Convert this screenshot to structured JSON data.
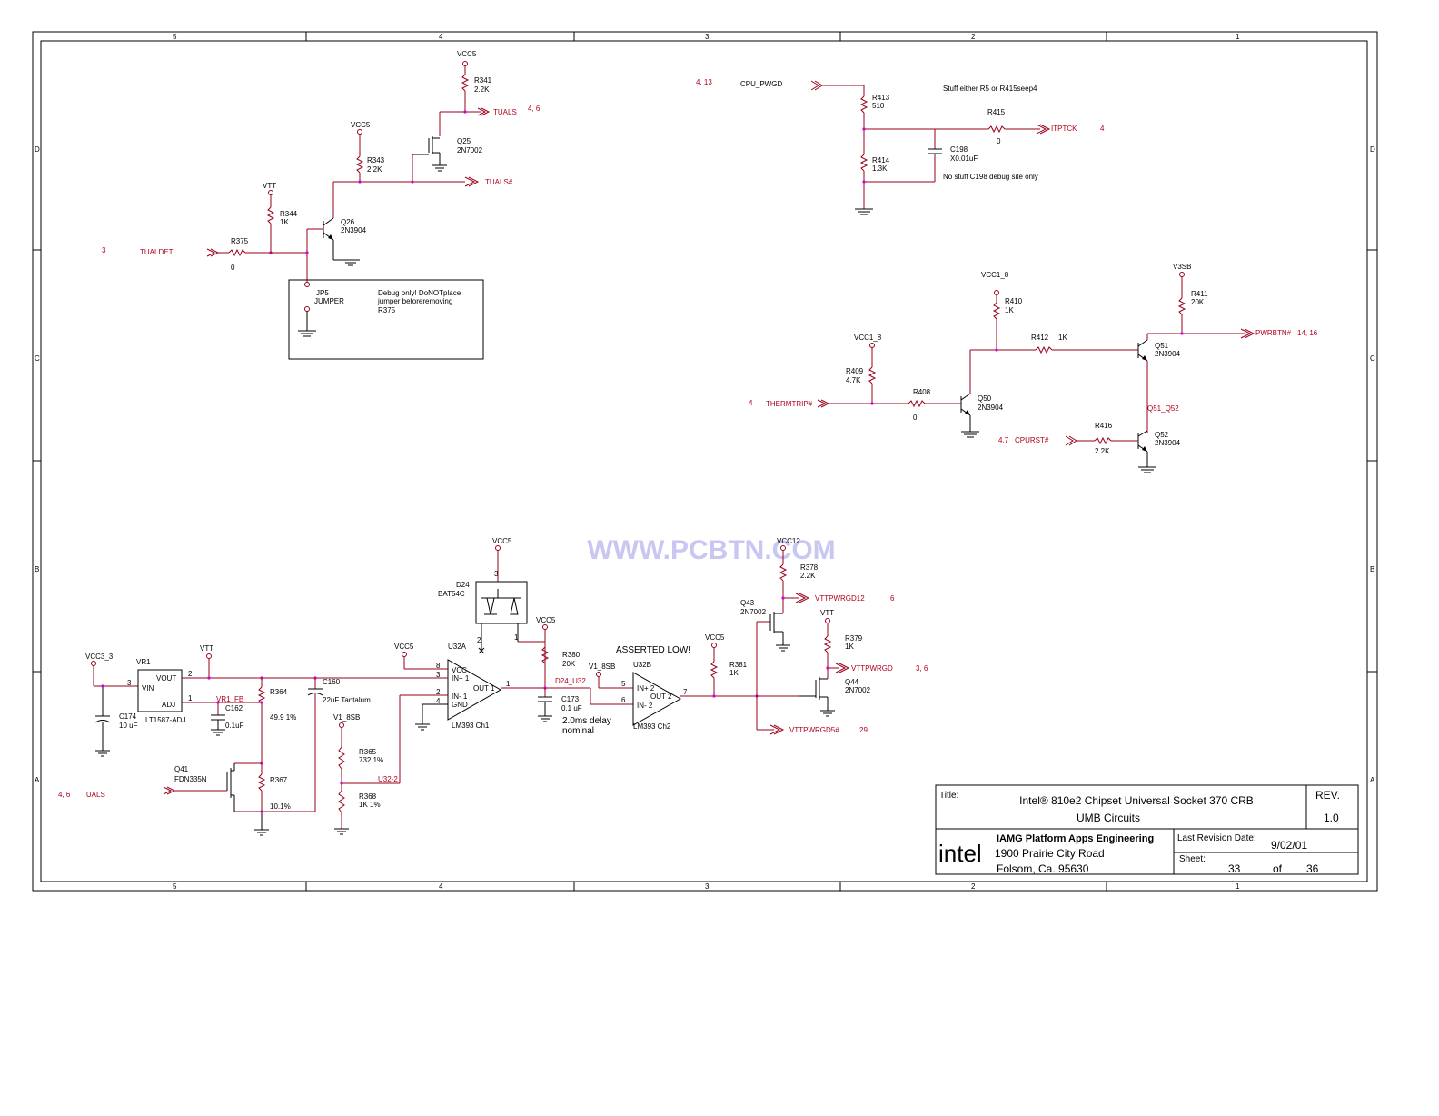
{
  "watermark": "WWW.PCBTN.COM",
  "zones": {
    "columns": [
      "5",
      "4",
      "3",
      "2",
      "1"
    ],
    "rows": [
      "D",
      "C",
      "B",
      "A"
    ]
  },
  "title_block": {
    "title_label": "Title:",
    "title_line1": "Intel® 810e2 Chipset Universal Socket 370 CRB",
    "title_line2": "UMB Circuits",
    "rev_label": "REV.",
    "rev_value": "1.0",
    "logo": "intel",
    "company": "IAMG Platform Apps Engineering",
    "address1": "1900 Prairie City Road",
    "address2": "Folsom, Ca. 95630",
    "last_rev_label": "Last Revision Date:",
    "last_rev_value": "9/02/01",
    "sheet_label": "Sheet:",
    "sheet_num": "33",
    "of_label": "of",
    "sheet_total": "36"
  },
  "labels": {
    "vcc5_a": "VCC5",
    "r341": "R341",
    "r341v": "2.2K",
    "tuals_a": "TUALS",
    "tuals_a_ref": "4, 6",
    "q25": "Q25",
    "q25v": "2N7002",
    "vcc5_b": "VCC5",
    "r343": "R343",
    "r343v": "2.2K",
    "tualsn": "TUALS#",
    "vtt_a": "VTT",
    "r344": "R344",
    "r344v": "1K",
    "q26": "Q26",
    "q26v": "2N3904",
    "tualdet_ref": "3",
    "tualdet": "TUALDET",
    "r375": "R375",
    "r375v": "0",
    "jp5": "JP5",
    "jp5v": "JUMPER",
    "debug1": "Debug only! DoNOTplace",
    "debug2": "jumper beforeremoving",
    "debug3": "R375",
    "cpu_ref": "4, 13",
    "cpu_pwgd": "CPU_PWGD",
    "r413": "R413",
    "r413v": "510",
    "stuff_note": "Stuff either R5 or R415seep4",
    "r415": "R415",
    "r415v": "0",
    "itptck": "ITPTCK",
    "itptck_ref": "4",
    "c198": "C198",
    "c198v": "X0.01uF",
    "r414": "R414",
    "r414v": "1.3K",
    "nostuff": "No stuff C198 debug site only",
    "vcc18_a": "VCC1_8",
    "r410": "R410",
    "r410v": "1K",
    "v3sb": "V3SB",
    "r411": "R411",
    "r411v": "20K",
    "pwrbtn": "PWRBTN#",
    "pwrbtn_ref": "14, 16",
    "r412": "R412",
    "r412v": "1K",
    "q51": "Q51",
    "q51v": "2N3904",
    "vcc18_b": "VCC1_8",
    "r409": "R409",
    "r409v": "4.7K",
    "therm_ref": "4",
    "thermtrip": "THERMTRIP#",
    "r408": "R408",
    "r408v": "0",
    "q50": "Q50",
    "q50v": "2N3904",
    "q51_q52": "Q51_Q52",
    "r416": "R416",
    "r416v": "2.2K",
    "q52": "Q52",
    "q52v": "2N3904",
    "cpurst_ref": "4,7",
    "cpurst": "CPURST#",
    "vcc5_c": "VCC5",
    "d24": "D24",
    "d24v": "BAT54C",
    "vcc12": "VCC12",
    "r378": "R378",
    "r378v": "2.2K",
    "vttpwrgd12": "VTTPWRGD12",
    "vttpwrgd12_ref": "6",
    "q43": "Q43",
    "q43v": "2N7002",
    "vcc5_d": "VCC5",
    "vtt_b": "VTT",
    "r379": "R379",
    "r379v": "1K",
    "vttpwrgd": "VTTPWRGD",
    "vttpwrgd_ref": "3, 6",
    "q44": "Q44",
    "q44v": "2N7002",
    "vcc33": "VCC3_3",
    "vr1": "VR1",
    "vout": "VOUT",
    "vin": "VIN",
    "adj": "ADJ",
    "vr1v": "LT1587-ADJ",
    "vtt_c": "VTT",
    "vr1_fb": "VR1_FB",
    "c162": "C162",
    "c162v": "0.1uF",
    "r364": "R364",
    "r364v": "49.9 1%",
    "c160": "C160",
    "c160v": "22uF Tantalum",
    "c174": "C174",
    "c174v": "10 uF",
    "vcc5_e": "VCC5",
    "u32a": "U32A",
    "u32a_vcc": "VCC",
    "u32a_inp": "IN+ 1",
    "u32a_inm": "IN- 1",
    "u32a_gnd": "GND",
    "u32a_out": "OUT 1",
    "u32a_name": "LM393 Ch1",
    "v18sb_a": "V1_8SB",
    "r365": "R365",
    "r365v": "732 1%",
    "u32_2": "U32-2",
    "r368": "R368",
    "r368v": "1K 1%",
    "q41": "Q41",
    "q41v": "FDN335N",
    "r367": "R367",
    "r367v": "10.1%",
    "tuals_b_ref": "4, 6",
    "tuals_b": "TUALS",
    "vcc5_f": "VCC5",
    "r380": "R380",
    "r380v": "20K",
    "d24_u32": "D24_U32",
    "c173": "C173",
    "c173v": "0.1 uF",
    "delay1": "2.0ms delay",
    "delay2": "nominal",
    "v18sb_b": "V1_8SB",
    "asserted": "ASSERTED LOW!",
    "u32b": "U32B",
    "u32b_inp": "IN+ 2",
    "u32b_inm": "IN- 2",
    "u32b_out": "OUT 2",
    "u32b_name": "LM393 Ch2",
    "vcc5_g": "VCC5",
    "r381": "R381",
    "r381v": "1K",
    "vttpwrgd5": "VTTPWRGD5#",
    "vttpwrgd5_ref": "29",
    "pin_1": "1",
    "pin_2": "2",
    "pin_3": "3",
    "pin_4": "4",
    "pin_5": "5",
    "pin_6": "6",
    "pin_7": "7",
    "pin_8": "8"
  }
}
